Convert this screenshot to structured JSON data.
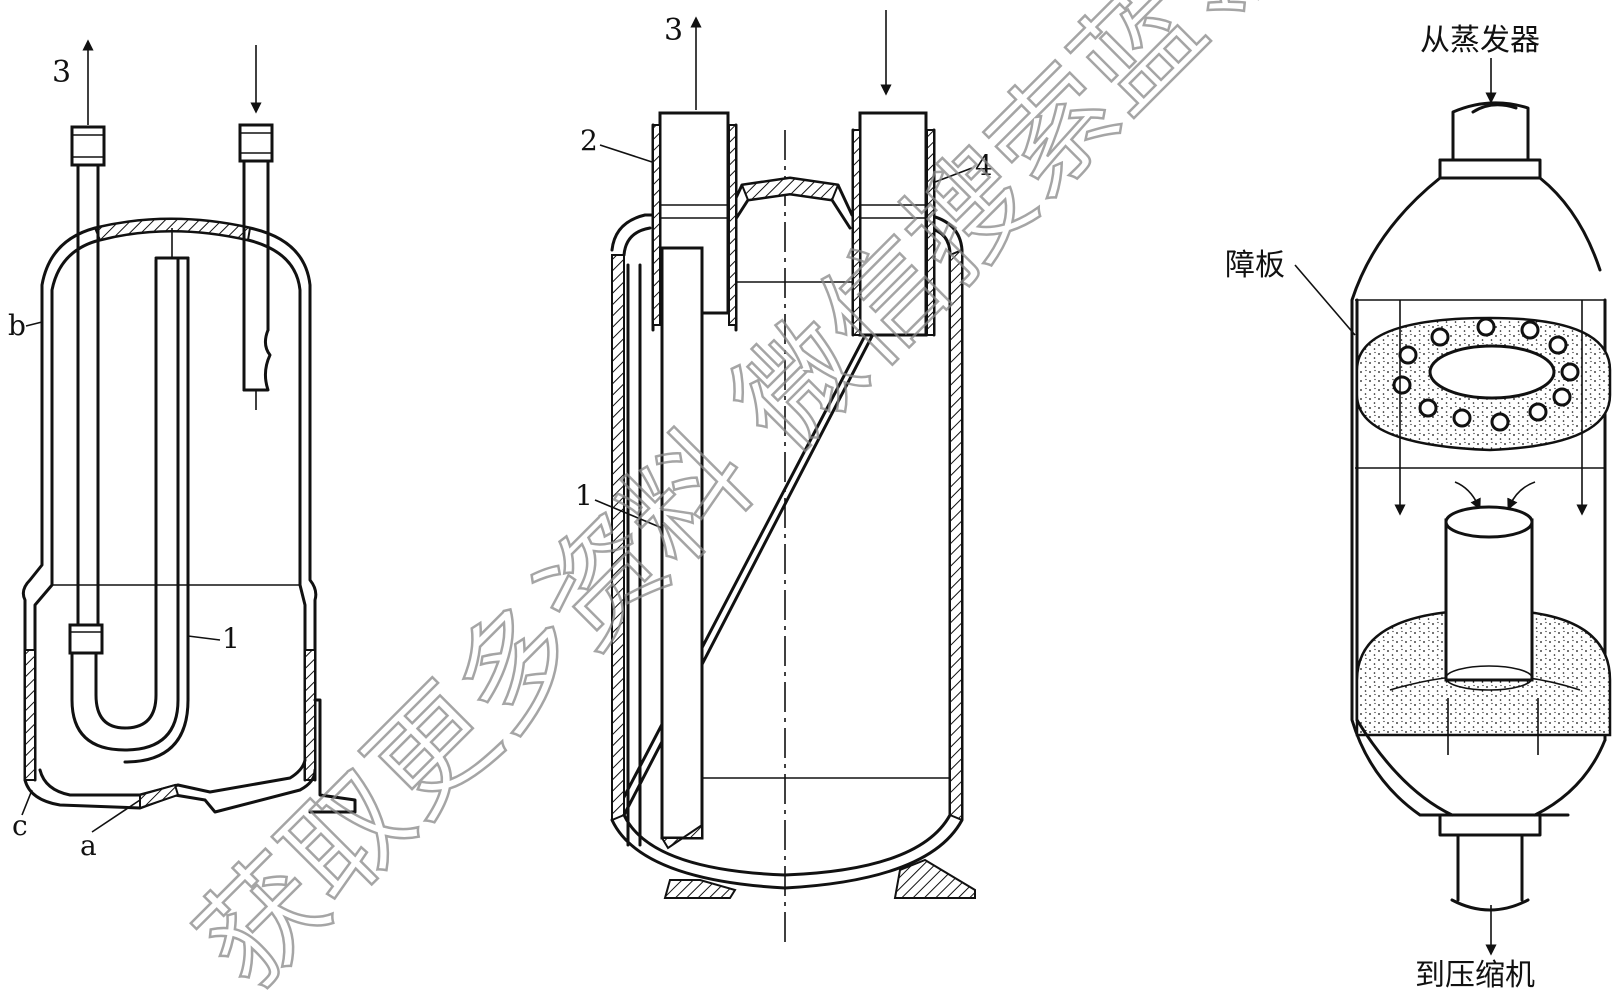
{
  "labels": {
    "fig1": {
      "outlet": "3",
      "b": "b",
      "c": "c",
      "a": "a",
      "tube": "1"
    },
    "fig2": {
      "outlet": "3",
      "pipe_left": "2",
      "pipe_right": "4",
      "tube": "1"
    },
    "fig3": {
      "inlet": "从蒸发器",
      "baffle": "障板",
      "outlet": "到压缩机"
    }
  },
  "watermark": "获取更多资料  微信搜索蓝领星"
}
